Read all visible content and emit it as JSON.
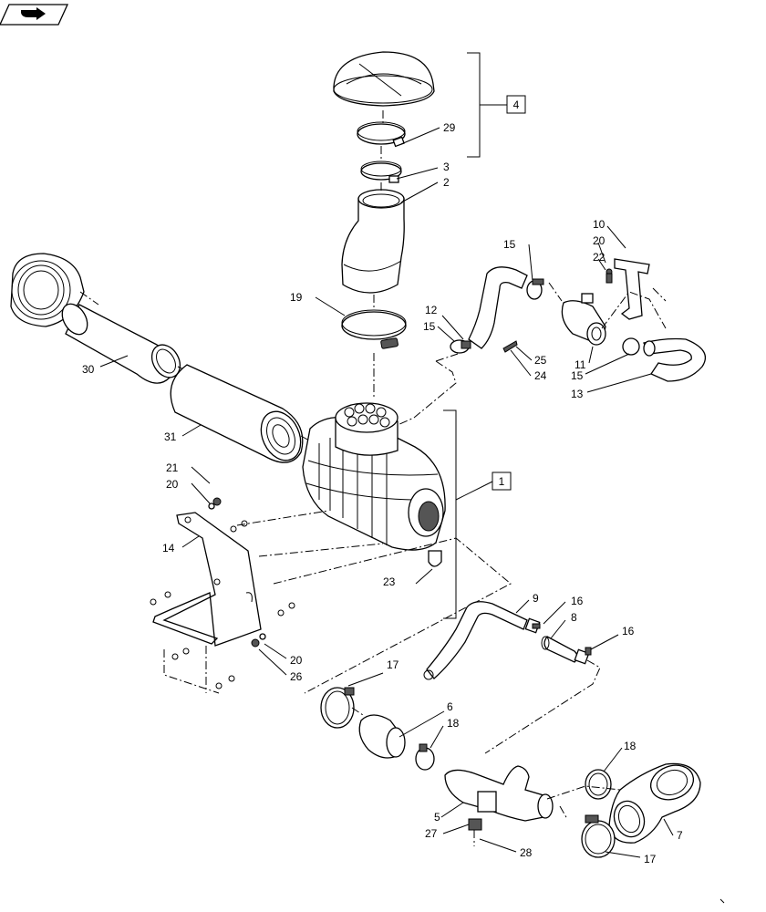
{
  "diagram": {
    "callouts": [
      {
        "id": "c1",
        "text": "1"
      },
      {
        "id": "c2",
        "text": "2"
      },
      {
        "id": "c3",
        "text": "3"
      },
      {
        "id": "c4",
        "text": "4"
      },
      {
        "id": "c5",
        "text": "5"
      },
      {
        "id": "c6",
        "text": "6"
      },
      {
        "id": "c7",
        "text": "7"
      },
      {
        "id": "c8",
        "text": "8"
      },
      {
        "id": "c9",
        "text": "9"
      },
      {
        "id": "c10",
        "text": "10"
      },
      {
        "id": "c11",
        "text": "11"
      },
      {
        "id": "c12",
        "text": "12"
      },
      {
        "id": "c13",
        "text": "13"
      },
      {
        "id": "c14",
        "text": "14"
      },
      {
        "id": "c15a",
        "text": "15"
      },
      {
        "id": "c15b",
        "text": "15"
      },
      {
        "id": "c15c",
        "text": "15"
      },
      {
        "id": "c16a",
        "text": "16"
      },
      {
        "id": "c16b",
        "text": "16"
      },
      {
        "id": "c17a",
        "text": "17"
      },
      {
        "id": "c17b",
        "text": "17"
      },
      {
        "id": "c18a",
        "text": "18"
      },
      {
        "id": "c18b",
        "text": "18"
      },
      {
        "id": "c19",
        "text": "19"
      },
      {
        "id": "c20a",
        "text": "20"
      },
      {
        "id": "c20b",
        "text": "20"
      },
      {
        "id": "c20c",
        "text": "20"
      },
      {
        "id": "c21",
        "text": "21"
      },
      {
        "id": "c22",
        "text": "22"
      },
      {
        "id": "c23",
        "text": "23"
      },
      {
        "id": "c24",
        "text": "24"
      },
      {
        "id": "c25",
        "text": "25"
      },
      {
        "id": "c26",
        "text": "26"
      },
      {
        "id": "c27",
        "text": "27"
      },
      {
        "id": "c28",
        "text": "28"
      },
      {
        "id": "c29",
        "text": "29"
      },
      {
        "id": "c30",
        "text": "30"
      },
      {
        "id": "c31",
        "text": "31"
      }
    ]
  }
}
